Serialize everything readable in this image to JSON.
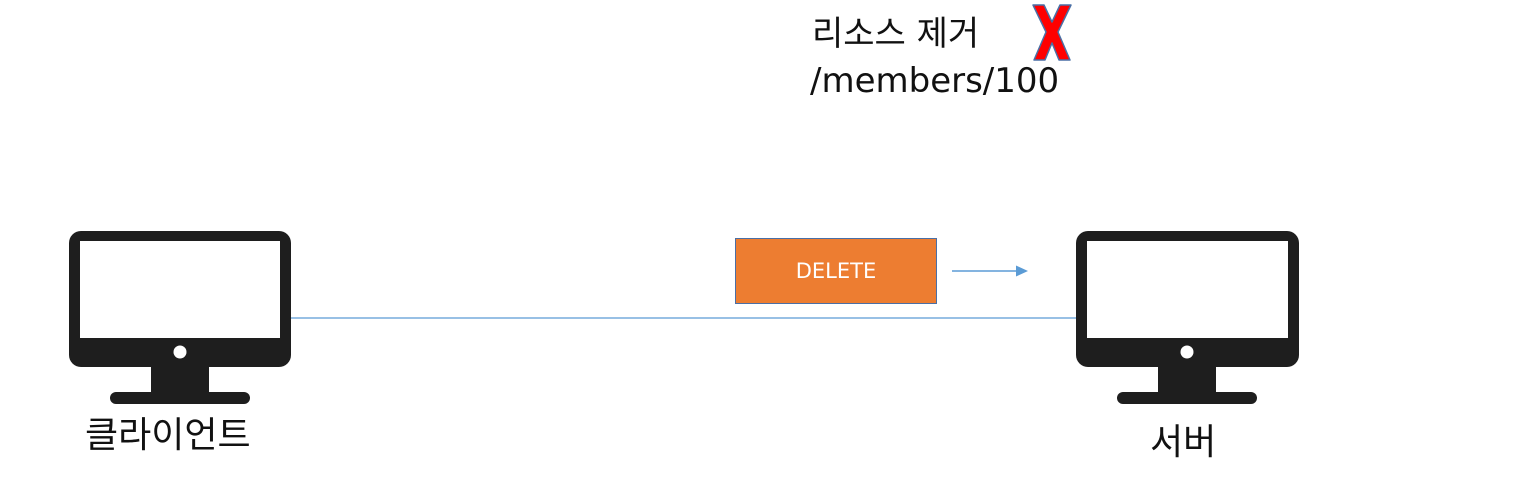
{
  "resource_label": "리소스 제거",
  "resource_path": "/members/100",
  "method_label": "DELETE",
  "client_label": "클라이언트",
  "server_label": "서버",
  "icons": {
    "client": "computer-monitor-icon",
    "server": "computer-monitor-icon",
    "remove": "red-x-icon"
  },
  "colors": {
    "method_fill": "#ED7D31",
    "method_border": "#4A6FA5",
    "connector": "#5B9BD5",
    "monitor": "#1E1E1E",
    "remove_fill": "#FF0000",
    "remove_outline": "#4A6FA5"
  }
}
